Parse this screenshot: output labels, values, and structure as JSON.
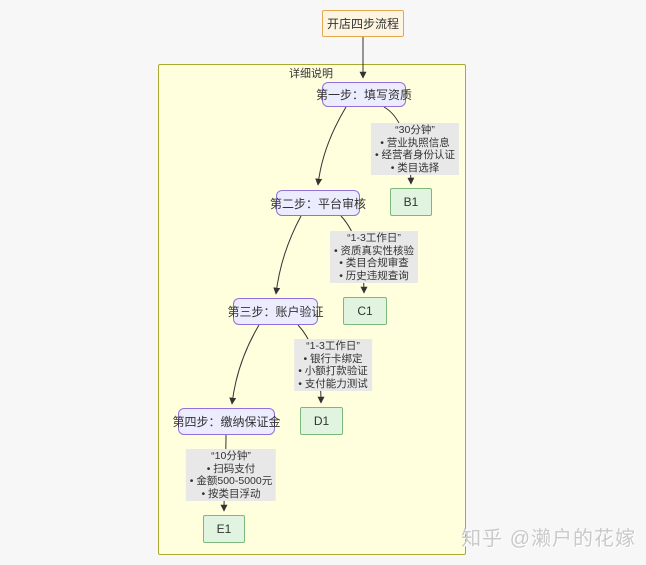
{
  "page": {
    "background_color": "#f7f7f8",
    "watermark": "知乎 @濑户的花嫁"
  },
  "flowchart": {
    "title_node": {
      "label": "开店四步流程",
      "fill": "#fdf5e1",
      "border_color": "#e3a94f"
    },
    "subgraph": {
      "label": "详细说明",
      "fill": "#ffffde",
      "border_color": "#aaaa33"
    },
    "steps": [
      {
        "label": "第一步：填写资质"
      },
      {
        "label": "第二步：平台审核"
      },
      {
        "label": "第三步：账户验证"
      },
      {
        "label": "第四步：缴纳保证金"
      }
    ],
    "result_nodes": [
      {
        "label": "B1"
      },
      {
        "label": "C1"
      },
      {
        "label": "D1"
      },
      {
        "label": "E1"
      }
    ],
    "edge_labels": [
      {
        "duration": "“30分钟”",
        "items": [
          "• 营业执照信息",
          "• 经营者身份认证",
          "• 类目选择"
        ]
      },
      {
        "duration": "“1-3工作日”",
        "items": [
          "• 资质真实性核验",
          "• 类目合规审查",
          "• 历史违规查询"
        ]
      },
      {
        "duration": "“1-3工作日”",
        "items": [
          "• 银行卡绑定",
          "• 小额打款验证",
          "• 支付能力测试"
        ]
      },
      {
        "duration": "“10分钟”",
        "items": [
          "• 扫码支付",
          "• 金额500-5000元",
          "• 按类目浮动"
        ]
      }
    ],
    "node_colors": {
      "step_fill": "#ececff",
      "step_border": "#9370db",
      "result_fill": "#e0f4e0",
      "result_border": "#7cb87c",
      "edge_label_bg": "#e8e8e8",
      "edge_stroke": "#333333"
    }
  }
}
